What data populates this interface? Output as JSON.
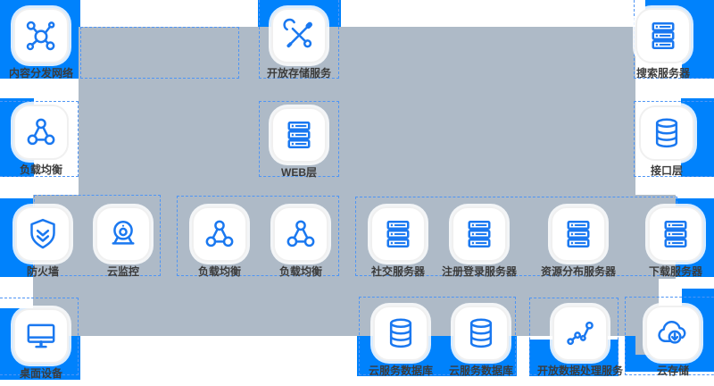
{
  "palette": {
    "blue": "#0082fc",
    "gray": "#aebac7",
    "dash": "#4e95f5",
    "icon": "#1a78f0",
    "label": "#3b3b3b"
  },
  "nodes": {
    "cdn": {
      "label": "内容分发网络",
      "icon": "network-hub-icon"
    },
    "oss": {
      "label": "开放存储服务",
      "icon": "tools-icon"
    },
    "search": {
      "label": "搜索服务器",
      "icon": "server-icon"
    },
    "slb_left": {
      "label": "负载均衡",
      "icon": "load-balancer-icon"
    },
    "web": {
      "label": "WEB层",
      "icon": "server-icon"
    },
    "api": {
      "label": "接口层",
      "icon": "database-icon"
    },
    "firewall": {
      "label": "防火墙",
      "icon": "shield-icon"
    },
    "monitor": {
      "label": "云监控",
      "icon": "webcam-icon"
    },
    "slb1": {
      "label": "负载均衡",
      "icon": "load-balancer-icon"
    },
    "slb2": {
      "label": "负载均衡",
      "icon": "load-balancer-icon"
    },
    "social": {
      "label": "社交服务器",
      "icon": "server-icon"
    },
    "register": {
      "label": "注册登录服务器",
      "icon": "server-icon"
    },
    "resource": {
      "label": "资源分布服务器",
      "icon": "server-icon"
    },
    "download": {
      "label": "下载服务器",
      "icon": "server-icon"
    },
    "desktop": {
      "label": "桌面设备",
      "icon": "monitor-icon"
    },
    "clouddb1": {
      "label": "云服务数据库",
      "icon": "database-icon"
    },
    "clouddb2": {
      "label": "云服务数据库",
      "icon": "database-icon"
    },
    "odps": {
      "label": "开放数据处理服务",
      "icon": "scatter-icon"
    },
    "cloudstorage": {
      "label": "云存储",
      "icon": "cloud-download-icon"
    }
  }
}
